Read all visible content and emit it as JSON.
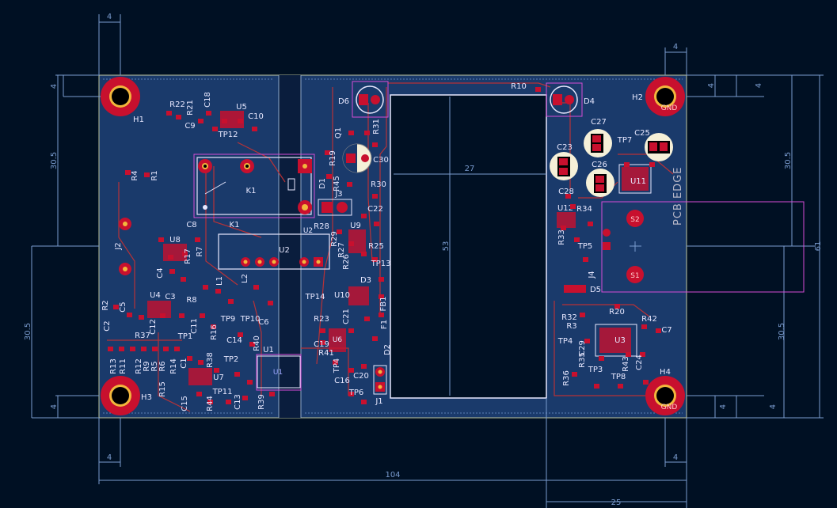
{
  "colors": {
    "background": "#001023",
    "board": "#1a3a6b",
    "board_edge": "#c2c8a0",
    "dim": "#7a9ccf",
    "pad": "#c8102e",
    "pad_hi": "#ff3a3a",
    "silk": "#e8e8ff",
    "courtyard": "#d64cd6",
    "copper_trace": "#c83232",
    "hole": "#000000",
    "ring": "#f2b63c"
  },
  "dimensions": {
    "top_left_4": "4",
    "top_right_4": "4",
    "left_30_5_top": "30.5",
    "left_30_5_bottom": "30.5",
    "left_4_top": "4",
    "left_4_bottom": "4",
    "right_30_5_top": "30.5",
    "right_30_5_bottom": "30.5",
    "right_4_top_a": "4",
    "right_4_top_b": "4",
    "right_4_bottom_a": "4",
    "right_4_bottom_b": "4",
    "right_61": "61",
    "bottom_left_4": "4",
    "bottom_right_4": "4",
    "width_104": "104",
    "bottom_25": "25",
    "inner_27": "27",
    "inner_53": "53"
  },
  "mounting_holes": {
    "h1": "H1",
    "h2": "H2",
    "h3": "H3",
    "h4": "H4",
    "hole_label": "GND"
  },
  "components": {
    "k1": "K1",
    "k1_body": "K1",
    "u2": "U2",
    "u1": "U1",
    "u5": "U5",
    "u3": "U3",
    "u11": "U11",
    "u12": "U12",
    "u9": "U9",
    "u10": "U10",
    "u6": "U6",
    "u7": "U7",
    "u4": "U4",
    "u8": "U8",
    "d1": "D1",
    "d2": "D2",
    "d3": "D3",
    "d4": "D4",
    "d5": "D5",
    "d6": "D6",
    "j1": "J1",
    "j2": "J2",
    "j3": "J3",
    "j4": "J4",
    "q1": "Q1",
    "c30": "C30",
    "c27": "C27",
    "c25": "C25",
    "c23": "C23",
    "c26": "C26",
    "c28": "C28",
    "c22": "C22",
    "c20": "C20",
    "c21": "C21",
    "c19": "C19",
    "c16": "C16",
    "c24": "C24",
    "c29": "C29",
    "c10": "C10",
    "c9": "C9",
    "c18": "C18",
    "c8": "C8",
    "c6": "C6",
    "c4": "C4",
    "c3": "C3",
    "c2": "C2",
    "c1": "C1",
    "c11": "C11",
    "c12": "C12",
    "c13": "C13",
    "c14": "C14",
    "c15": "C15",
    "c7": "C7",
    "c5": "C5",
    "r10": "R10",
    "r22": "R22",
    "r21": "R21",
    "r4": "R4",
    "r1": "R1",
    "r31": "R31",
    "r19": "R19",
    "r45": "R45",
    "r30": "R30",
    "r28": "R28",
    "r29": "R29",
    "r27": "R27",
    "r26": "R26",
    "r25": "R25",
    "r17": "R17",
    "r7": "R7",
    "r2": "R2",
    "r8": "R8",
    "r37": "R37",
    "r16": "R16",
    "r40": "R40",
    "r23": "R23",
    "r41": "R41",
    "r34": "R34",
    "r33": "R33",
    "r32": "R32",
    "r3": "R3",
    "r20": "R20",
    "r42": "R42",
    "r35": "R35",
    "r43": "R43",
    "r36": "R36",
    "r38": "R38",
    "r39": "R39",
    "r44": "R44",
    "r15": "R15",
    "r14": "R14",
    "r13": "R13",
    "r11": "R11",
    "r12": "R12",
    "r5": "R5",
    "r6": "R6",
    "r9": "R9",
    "l1": "L1",
    "l2": "L2",
    "f1": "F1",
    "fb1": "FB1",
    "tp1": "TP1",
    "tp2": "TP2",
    "tp3": "TP3",
    "tp4": "TP4",
    "tp5": "TP5",
    "tp6": "TP6",
    "tp7": "TP7",
    "tp8": "TP8",
    "tp9": "TP9",
    "tp10": "TP10",
    "tp11": "TP11",
    "tp12": "TP12",
    "tp13": "TP13",
    "tp14": "TP14",
    "s1": "S1",
    "s2": "S2"
  },
  "silkscreen": {
    "pcb_edge": "PCB EDGE"
  }
}
